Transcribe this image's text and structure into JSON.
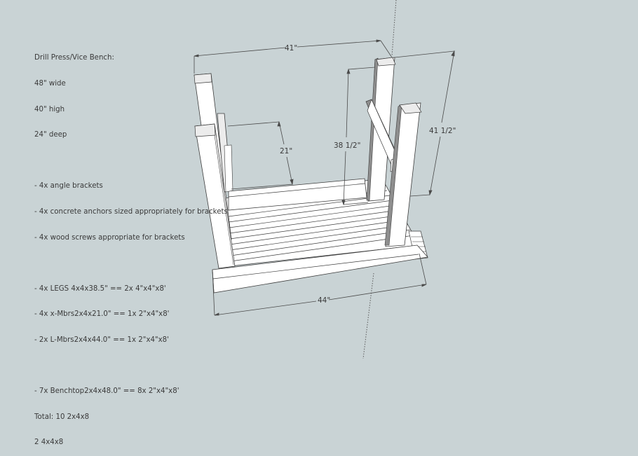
{
  "notes": {
    "title": "Drill Press/Vice Bench:",
    "lines": [
      "Drill Press/Vice Bench:",
      "48\" wide",
      "40\" high",
      "24\" deep",
      "",
      "- 4x angle brackets",
      "- 4x concrete anchors sized appropriately for brackets",
      "- 4x wood screws appropriate for brackets",
      "",
      "- 4x LEGS 4x4x38.5\" == 2x 4\"x4\"x8'",
      "- 4x x-Mbrs2x4x21.0\" == 1x 2\"x4\"x8'",
      "- 2x L-Mbrs2x4x44.0\" == 1x 2\"x4\"x8'",
      "",
      "- 7x Benchtop2x4x48.0\" == 8x 2\"x4\"x8'",
      "Total: 10 2x4x8",
      "2 4x4x8"
    ]
  },
  "dimensions": {
    "top_width": "41\"",
    "side_depth": "21\"",
    "leg_height": "38 1/2\"",
    "total_height": "41 1/2\"",
    "bottom_width": "44\""
  },
  "colors": {
    "background": "#c9d3d5",
    "wood_face": "#ffffff",
    "wood_top": "#ececec",
    "wood_side": "#8e8e8e",
    "edge": "#3c3c3c",
    "dim_line": "#4a4a4a",
    "axis": "#5a5a5a"
  }
}
